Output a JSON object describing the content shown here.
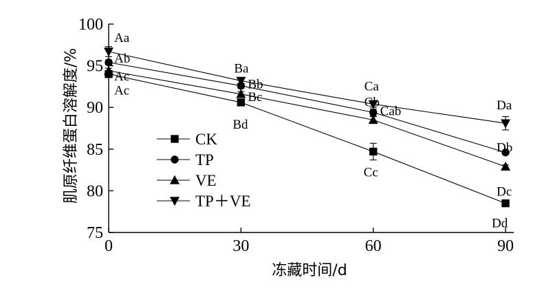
{
  "chart_data": {
    "type": "line",
    "xlabel": "冻藏时间/d",
    "ylabel": "肌原纤维蛋白溶解度/%",
    "x": [
      0,
      30,
      60,
      90
    ],
    "xticks": [
      "0",
      "30",
      "60",
      "90"
    ],
    "yticks": [
      "75",
      "80",
      "85",
      "90",
      "95",
      "100"
    ],
    "xlim": [
      0,
      90
    ],
    "ylim": [
      75,
      100
    ],
    "grid": false,
    "legend_position": "left-middle",
    "series": [
      {
        "name": "CK",
        "marker": "square",
        "values": [
          94.0,
          90.6,
          84.7,
          78.5
        ],
        "errors": [
          0.4,
          0.3,
          1.0,
          0.2
        ],
        "labels": [
          "Ac",
          "Bd",
          "Cc",
          "Dd"
        ]
      },
      {
        "name": "TP",
        "marker": "circle",
        "values": [
          95.4,
          92.6,
          89.4,
          84.6
        ],
        "errors": [
          0.3,
          0.3,
          0.4,
          0.2
        ],
        "labels": [
          "Ab",
          "Bb",
          "Cab",
          "Db"
        ]
      },
      {
        "name": "VE",
        "marker": "triangle-up",
        "values": [
          94.4,
          91.6,
          88.5,
          82.9
        ],
        "errors": [
          0.3,
          0.3,
          0.4,
          0.2
        ],
        "labels": [
          "Ac",
          "Bc",
          "Cb",
          "Dc"
        ]
      },
      {
        "name": "TP＋VE",
        "marker": "triangle-down",
        "values": [
          96.7,
          93.2,
          90.4,
          88.1
        ],
        "errors": [
          0.6,
          0.3,
          0.4,
          0.8
        ],
        "labels": [
          "Aa",
          "Ba",
          "Ca",
          "Da"
        ]
      }
    ]
  }
}
